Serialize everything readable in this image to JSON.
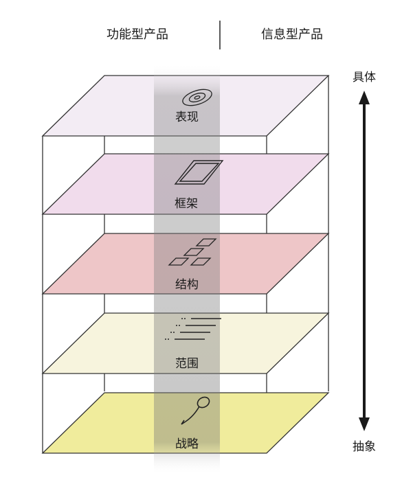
{
  "header": {
    "left_label": "功能型产品",
    "right_label": "信息型产品"
  },
  "axis": {
    "top_label": "具体",
    "bottom_label": "抽象"
  },
  "planes": [
    {
      "label": "表现",
      "color": "#f3ecf4",
      "icon": "disc-icon"
    },
    {
      "label": "框架",
      "color": "#f1dcec",
      "icon": "window-frame-icon"
    },
    {
      "label": "结构",
      "color": "#eec6c8",
      "icon": "structure-blocks-icon"
    },
    {
      "label": "范围",
      "color": "#f7f4dd",
      "icon": "lines-list-icon"
    },
    {
      "label": "战略",
      "color": "#f0ec9c",
      "icon": "lasso-icon"
    }
  ],
  "colors": {
    "outline": "#333333",
    "shadow_band": "#7a7a7a",
    "arrow": "#1a1a1a"
  }
}
